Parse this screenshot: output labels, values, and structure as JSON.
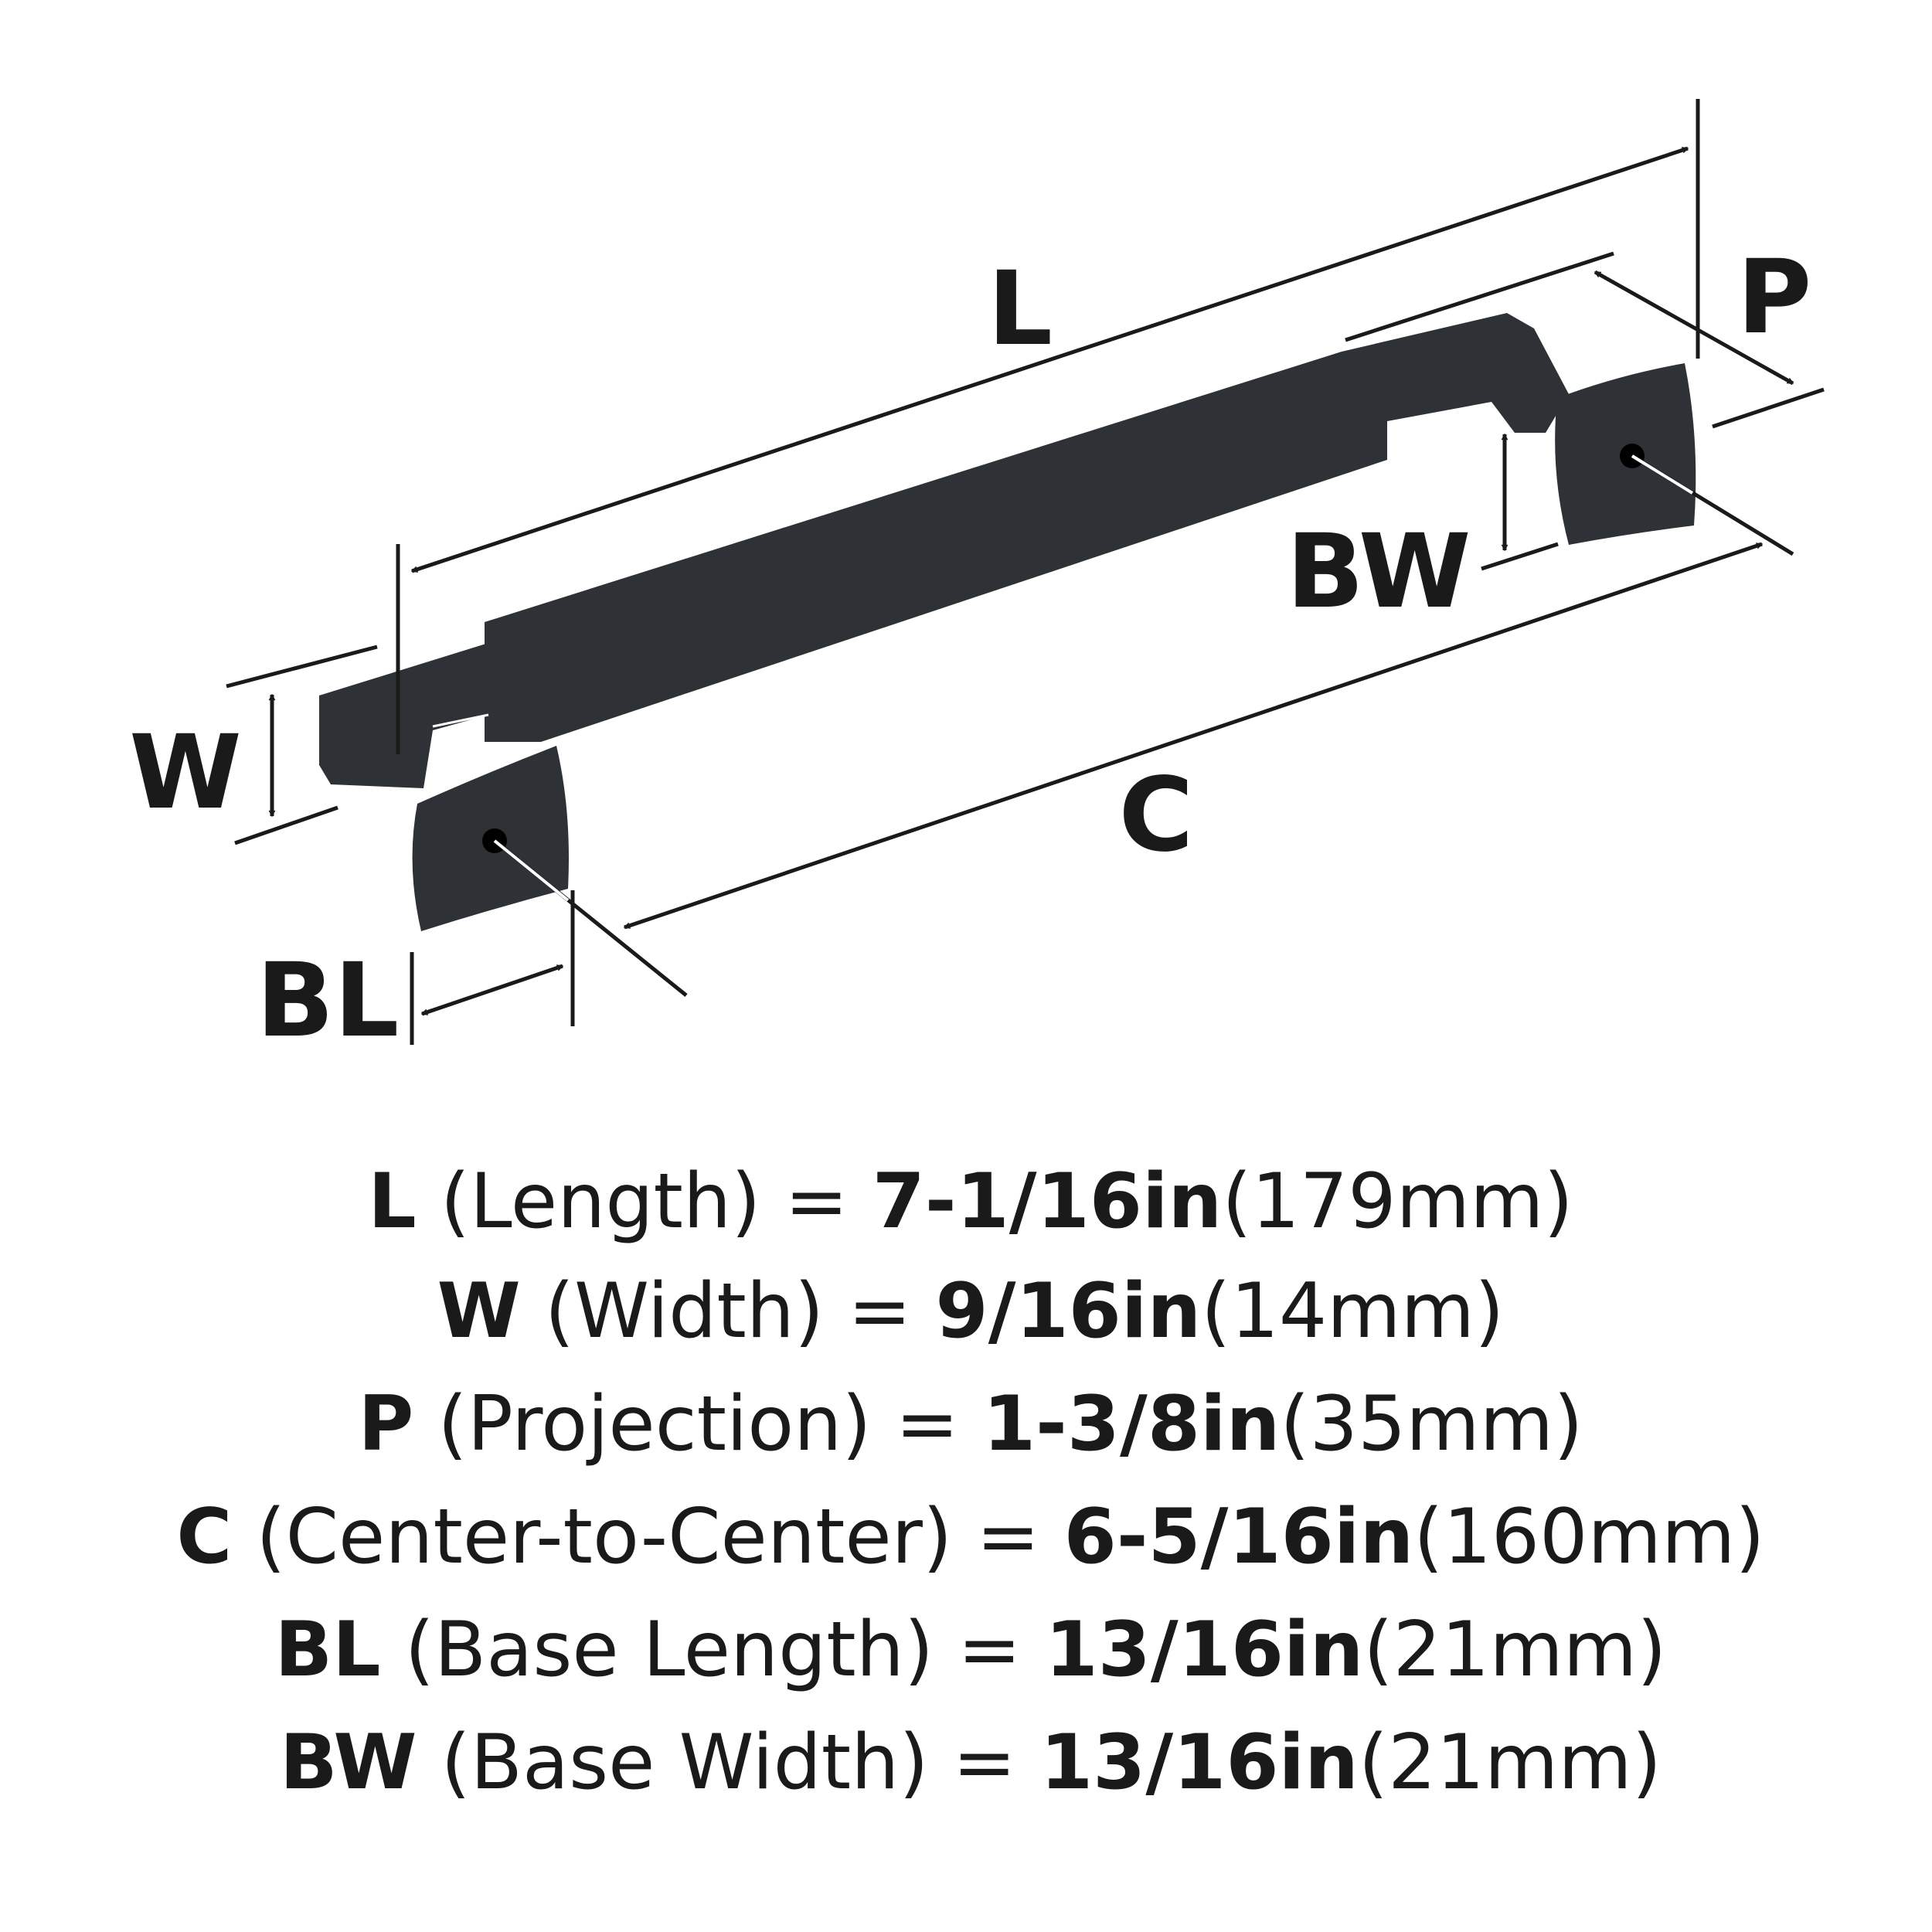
{
  "diagram_labels": {
    "L": "L",
    "W": "W",
    "P": "P",
    "C": "C",
    "BL": "BL",
    "BW": "BW"
  },
  "colors": {
    "handle": "#2e3236",
    "ink": "#1a1a1a"
  },
  "specs": [
    {
      "key": "L",
      "name": "(Length) =",
      "inch": "7-1/16in",
      "mm": "(179mm)"
    },
    {
      "key": "W",
      "name": "(Width) =",
      "inch": "9/16in",
      "mm": "(14mm)"
    },
    {
      "key": "P",
      "name": "(Projection) =",
      "inch": "1-3/8in",
      "mm": "(35mm)"
    },
    {
      "key": "C",
      "name": "(Center-to-Center) =",
      "inch": "6-5/16in",
      "mm": "(160mm)"
    },
    {
      "key": "BL",
      "name": "(Base Length) =",
      "inch": "13/16in",
      "mm": "(21mm)"
    },
    {
      "key": "BW",
      "name": "(Base Width) =",
      "inch": "13/16in",
      "mm": "(21mm)"
    }
  ]
}
